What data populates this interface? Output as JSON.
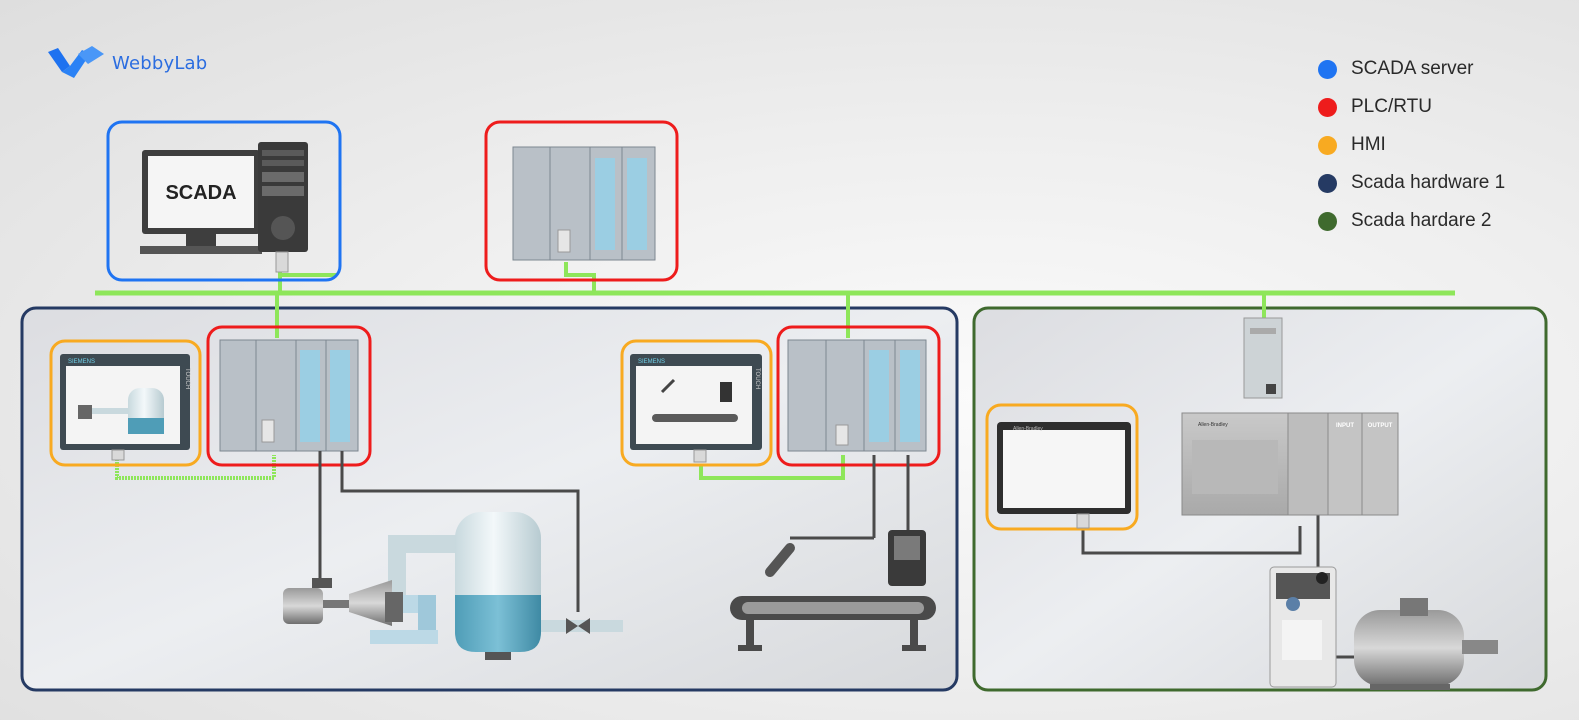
{
  "brand": {
    "name": "WebbyLab"
  },
  "legend": [
    {
      "label": "SCADA server",
      "color": "#1f74f2"
    },
    {
      "label": "PLC/RTU",
      "color": "#ee1c1c"
    },
    {
      "label": "HMI",
      "color": "#f8aa21"
    },
    {
      "label": "Scada hardware 1",
      "color": "#253a63"
    },
    {
      "label": "Scada hardare 2",
      "color": "#3f6a2e"
    }
  ],
  "scada_screen_label": "SCADA",
  "hmi_brand": "SIEMENS",
  "hmi_side_label": "TOUCH",
  "ab_brand": "Allen-Bradley",
  "io_labels": {
    "input": "INPUT",
    "output": "OUTPUT"
  },
  "colors": {
    "network": "#8ee65a",
    "wire": "#4a4a4a"
  }
}
